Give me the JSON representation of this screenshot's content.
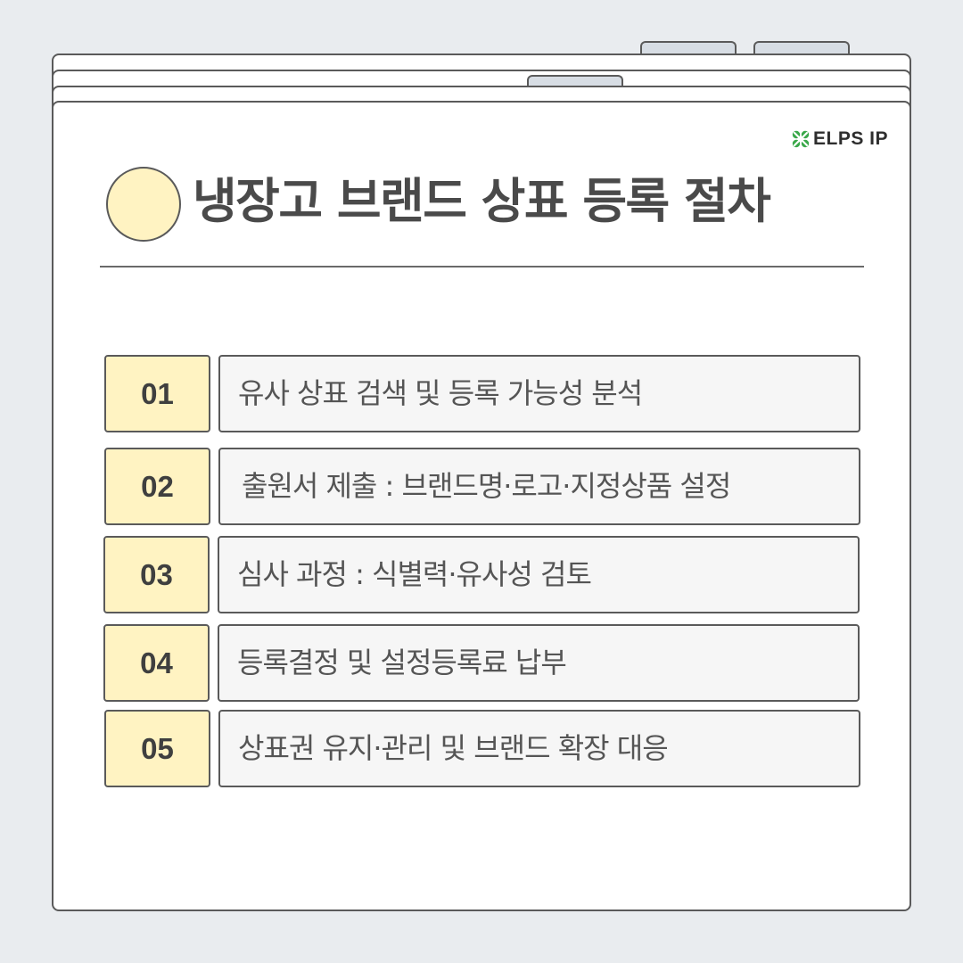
{
  "logo": {
    "text": "ELPS IP",
    "icon": "clover-x-icon",
    "icon_color": "#3aa84a"
  },
  "title": "냉장고 브랜드 상표 등록 절차",
  "colors": {
    "background": "#e9ecef",
    "card": "#ffffff",
    "accent_yellow": "#fff3c2",
    "tab_gray": "#d7dde4",
    "text_box": "#f6f6f6",
    "border": "#5a5a5a"
  },
  "steps": [
    {
      "number": "01",
      "text": "유사 상표 검색 및 등록 가능성 분석"
    },
    {
      "number": "02",
      "text": "출원서 제출 : 브랜드명·로고·지정상품 설정"
    },
    {
      "number": "03",
      "text": "심사 과정 : 식별력·유사성 검토"
    },
    {
      "number": "04",
      "text": "등록결정 및 설정등록료 납부"
    },
    {
      "number": "05",
      "text": "상표권 유지·관리 및 브랜드 확장 대응"
    }
  ]
}
